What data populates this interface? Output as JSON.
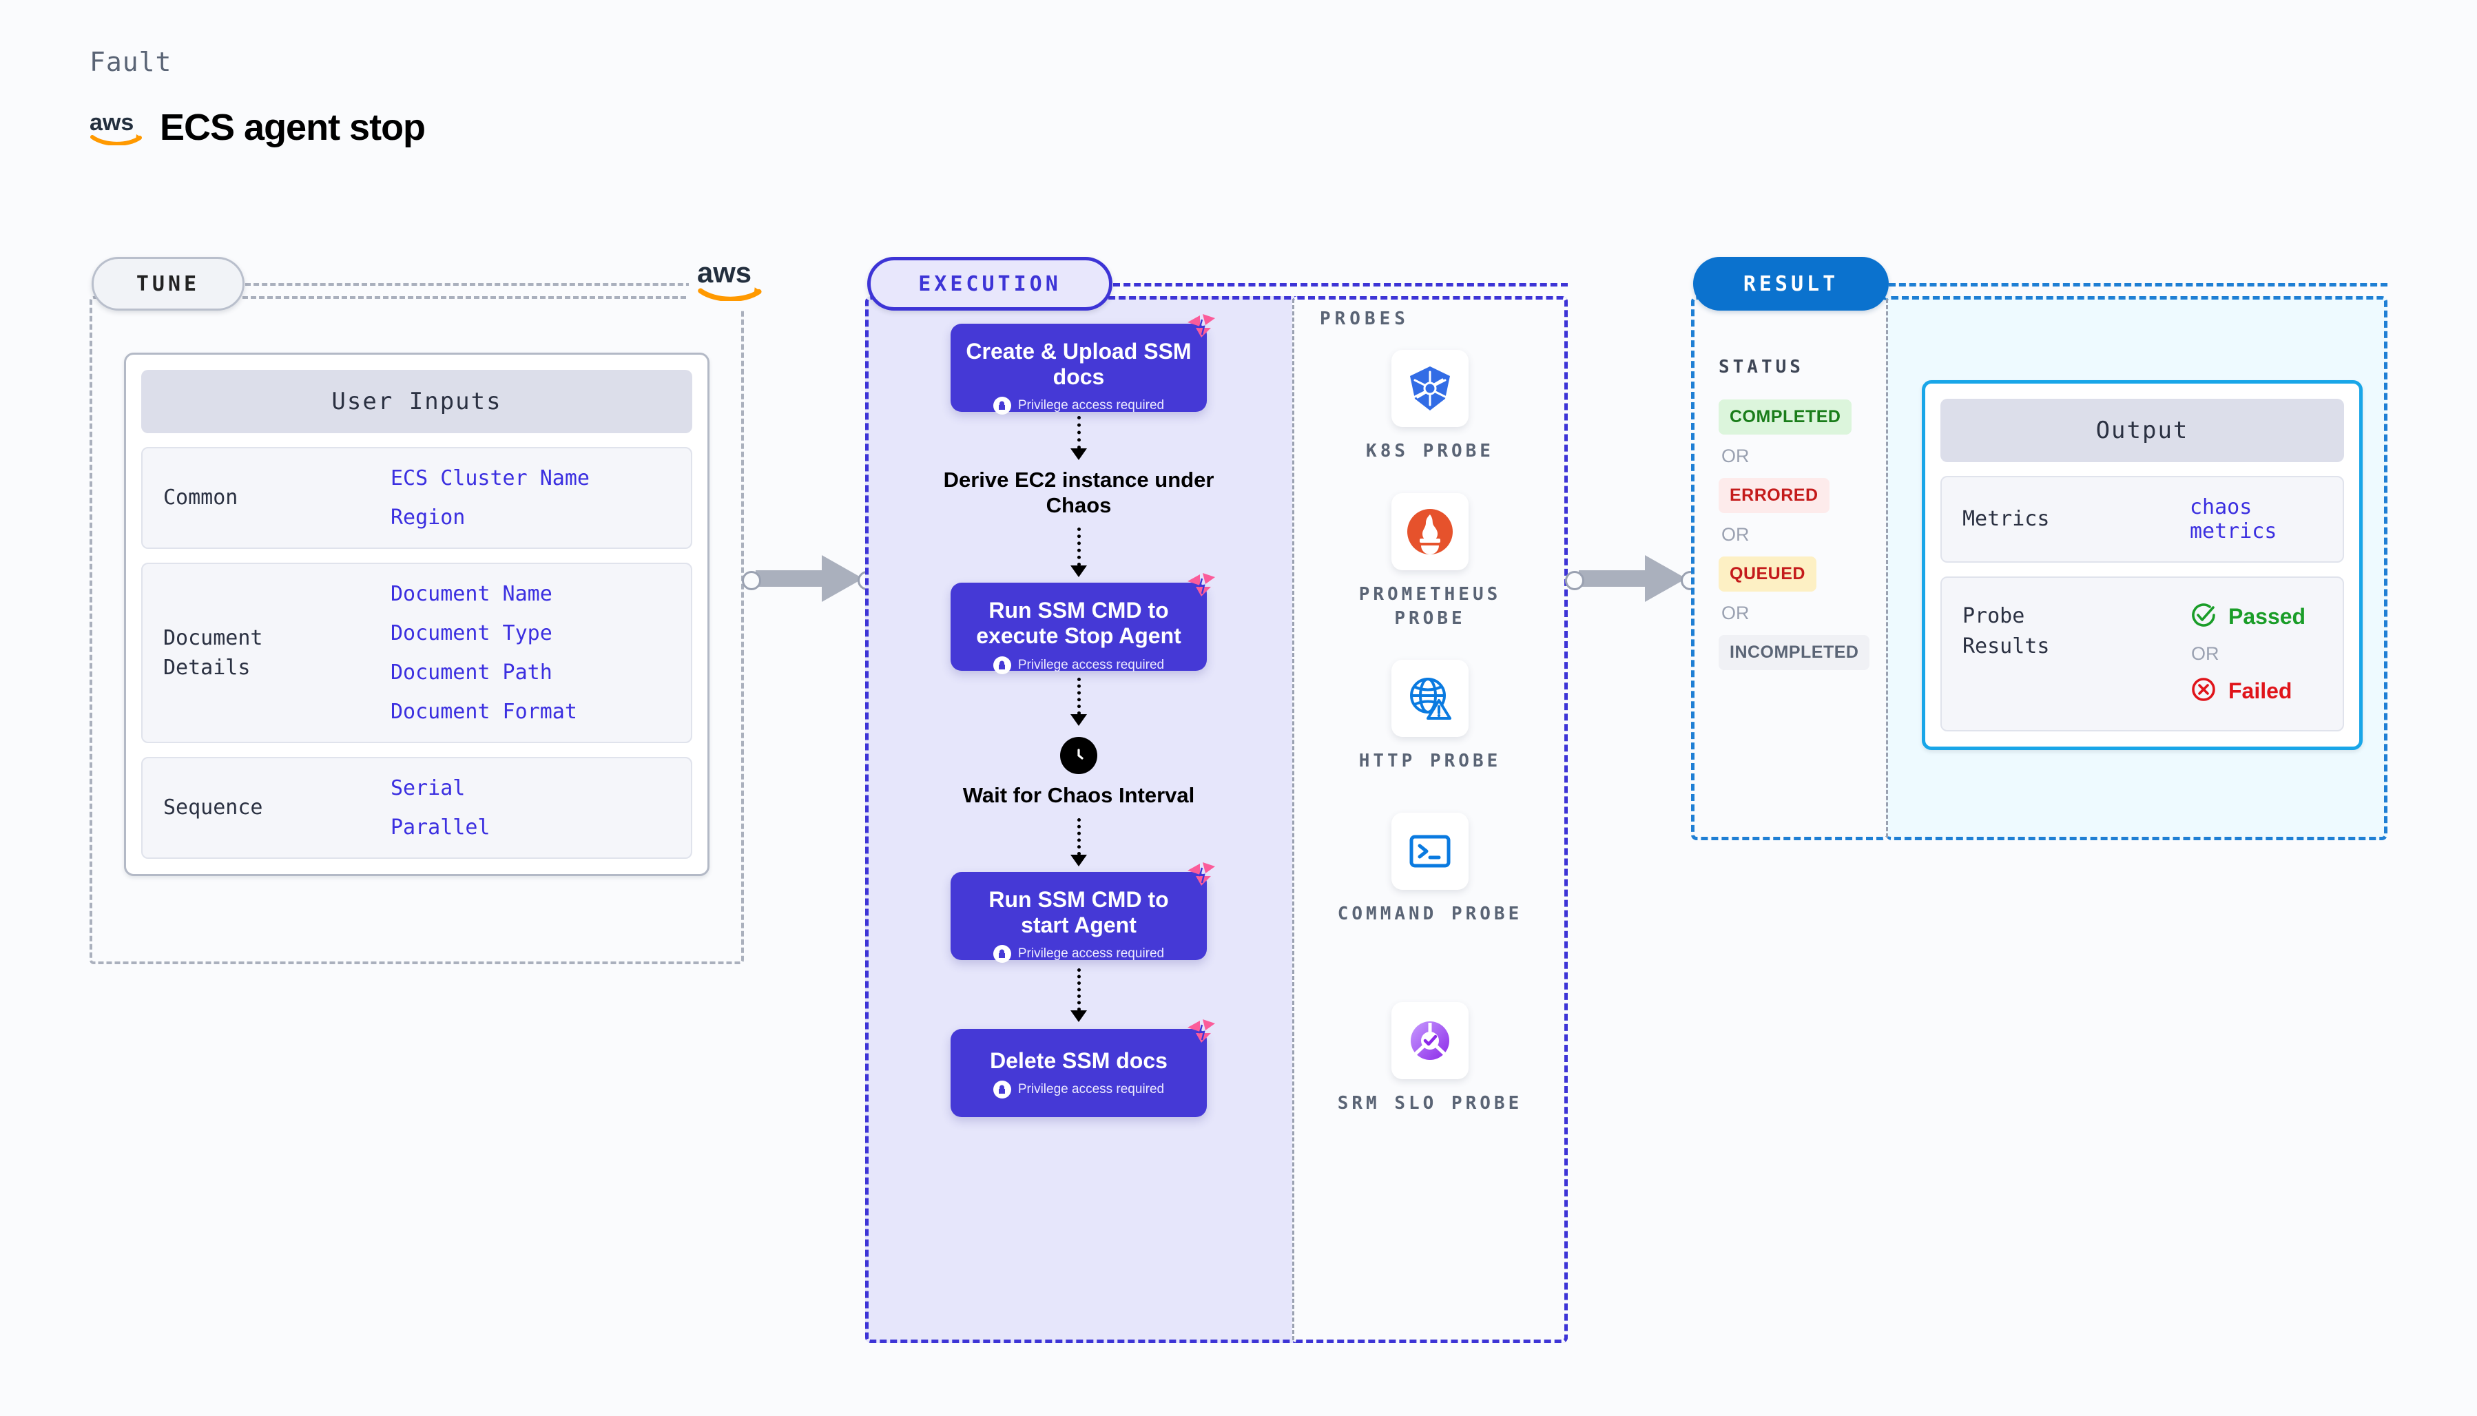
{
  "header": {
    "kicker": "Fault",
    "logo_alt": "aws-logo",
    "title": "ECS agent stop"
  },
  "tune": {
    "badge": "TUNE",
    "corner_logo": "aws-logo",
    "panel": {
      "heading": "User Inputs",
      "groups": [
        {
          "label": "Common",
          "values": [
            "ECS Cluster Name",
            "Region"
          ]
        },
        {
          "label": "Document\nDetails",
          "values": [
            "Document Name",
            "Document Type",
            "Document Path",
            "Document Format"
          ]
        },
        {
          "label": "Sequence",
          "values": [
            "Serial",
            "Parallel"
          ]
        }
      ]
    }
  },
  "execution": {
    "badge": "EXECUTION",
    "privilege_text": "Privilege access required",
    "steps": [
      {
        "type": "card",
        "title": "Create & Upload SSM docs",
        "privilege": true,
        "bolt": true
      },
      {
        "type": "plain",
        "title": "Derive EC2 instance under Chaos"
      },
      {
        "type": "card",
        "title": "Run SSM CMD to execute Stop Agent",
        "privilege": true,
        "bolt": true
      },
      {
        "type": "plain",
        "title": "Wait for Chaos Interval",
        "icon": "clock-icon"
      },
      {
        "type": "card",
        "title": "Run SSM CMD to start Agent",
        "privilege": true,
        "bolt": true
      },
      {
        "type": "card",
        "title": "Delete SSM docs",
        "privilege": true,
        "bolt": true
      }
    ]
  },
  "probes": {
    "label": "PROBES",
    "items": [
      {
        "icon": "kubernetes-icon",
        "label": "K8S PROBE"
      },
      {
        "icon": "prometheus-icon",
        "label": "PROMETHEUS PROBE"
      },
      {
        "icon": "globe-warning-icon",
        "label": "HTTP PROBE"
      },
      {
        "icon": "terminal-icon",
        "label": "COMMAND PROBE"
      },
      {
        "icon": "srm-slo-icon",
        "label": "SRM SLO PROBE"
      }
    ]
  },
  "result": {
    "badge": "RESULT",
    "status_label": "STATUS",
    "or_text": "OR",
    "statuses": [
      {
        "text": "COMPLETED",
        "color": "#1a7d1a",
        "bg": "#dcf5dc"
      },
      {
        "text": "ERRORED",
        "color": "#c41b1b",
        "bg": "#fdebeb"
      },
      {
        "text": "QUEUED",
        "color": "#c41b1b",
        "bg": "#fdf0c4"
      },
      {
        "text": "INCOMPLETED",
        "color": "#5a6475",
        "bg": "#f0f1f5"
      }
    ],
    "output": {
      "heading": "Output",
      "metrics_label": "Metrics",
      "metrics_value": "chaos metrics",
      "probe_label": "Probe\nResults",
      "passed": "Passed",
      "failed": "Failed",
      "or_text": "OR",
      "passed_color": "#1a9d28",
      "failed_color": "#e0141a"
    }
  },
  "colors": {
    "indigo": "#4539d6",
    "blue": "#0b72ce",
    "pink": "#fb5c9a",
    "page_bg": "#fafbfd"
  }
}
